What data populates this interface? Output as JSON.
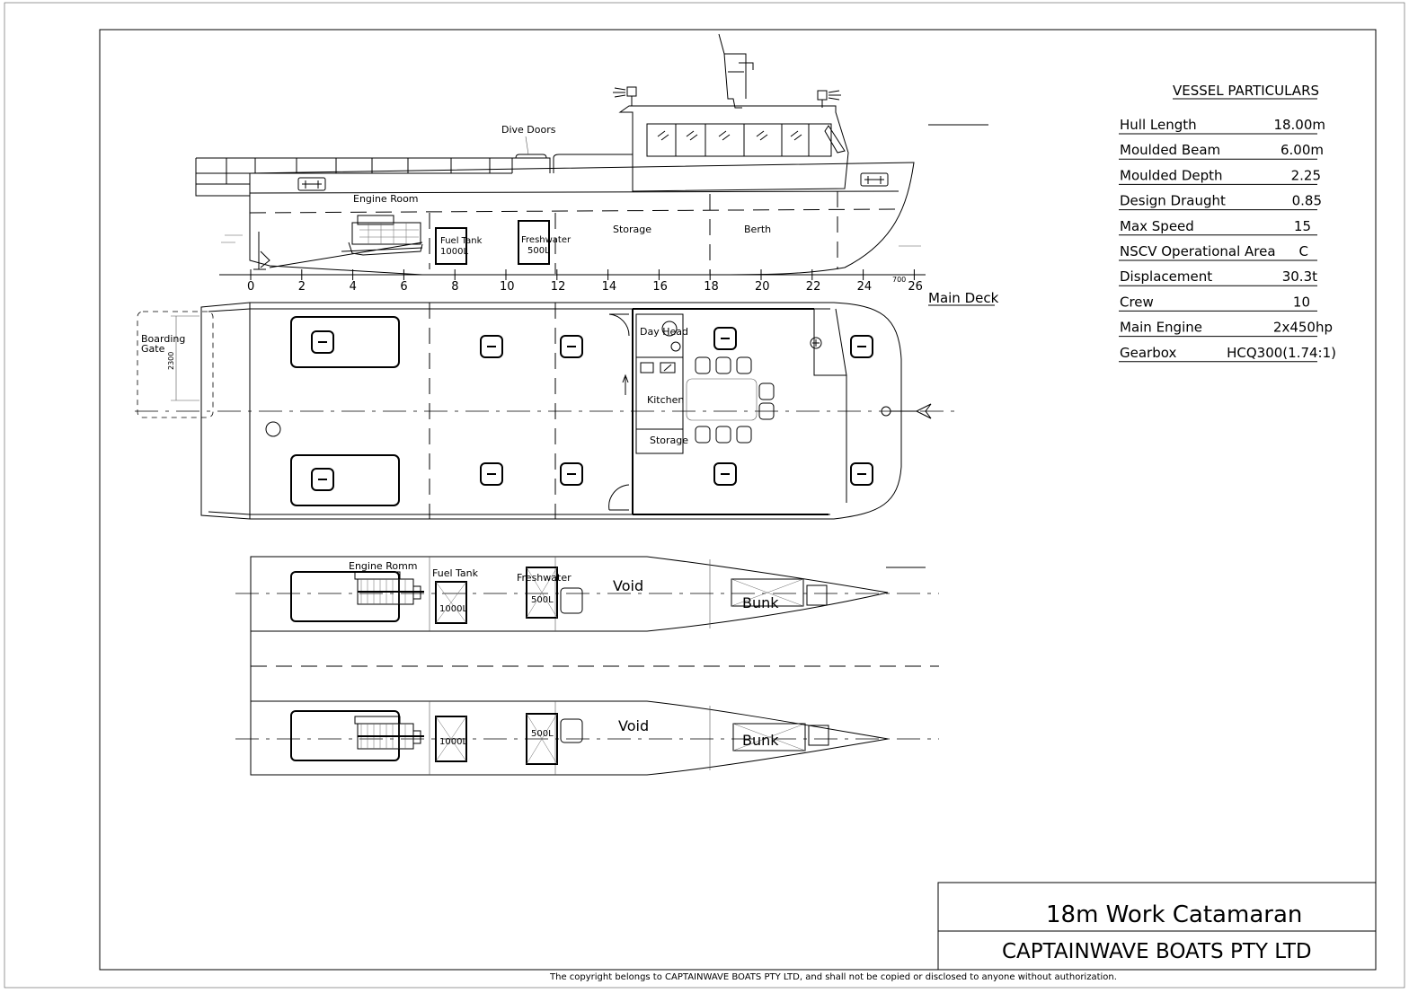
{
  "labels": {
    "dive_doors": "Dive Doors",
    "engine_room": "Engine Room",
    "fuel_tank": "Fuel Tank",
    "fuel_tank_cap": "1000L",
    "freshwater": "Freshwater",
    "freshwater_cap": "500L",
    "storage": "Storage",
    "berth": "Berth",
    "main_deck": "Main Deck",
    "boarding_gate": "Boarding",
    "boarding_gate_2": "Gate",
    "gate_dim": "2300",
    "day_head": "Day Head",
    "kitchen": "Kitchen",
    "storage_deck": "Storage",
    "engine_romm": "Engine Romm",
    "fuel_tank_lower": "Fuel Tank",
    "freshwater_lower": "Freshwater",
    "cap_1000": "1000L",
    "cap_500": "500L",
    "void": "Void",
    "bunk": "Bunk",
    "dim_700": "700"
  },
  "scale_ticks": [
    "0",
    "2",
    "4",
    "6",
    "8",
    "10",
    "12",
    "14",
    "16",
    "18",
    "20",
    "22",
    "24",
    "26"
  ],
  "particulars": {
    "heading": "VESSEL PARTICULARS",
    "rows": [
      {
        "label": "Hull Length",
        "value": "18.00m"
      },
      {
        "label": "Moulded Beam",
        "value": "6.00m"
      },
      {
        "label": "Moulded Depth",
        "value": "2.25"
      },
      {
        "label": "Design Draught",
        "value": "0.85"
      },
      {
        "label": "Max Speed",
        "value": "15"
      },
      {
        "label": "NSCV Operational Area",
        "value": "C"
      },
      {
        "label": "Displacement",
        "value": "30.3t"
      },
      {
        "label": "Crew",
        "value": "10"
      },
      {
        "label": "Main Engine",
        "value": "2x450hp"
      },
      {
        "label": "Gearbox",
        "value": "HCQ300(1.74:1)"
      }
    ]
  },
  "title_block": {
    "title": "18m Work Catamaran",
    "company": "CAPTAINWAVE BOATS PTY LTD"
  },
  "copyright": "The copyright belongs to CAPTAINWAVE BOATS PTY LTD, and shall not be copied or disclosed to anyone without authorization."
}
